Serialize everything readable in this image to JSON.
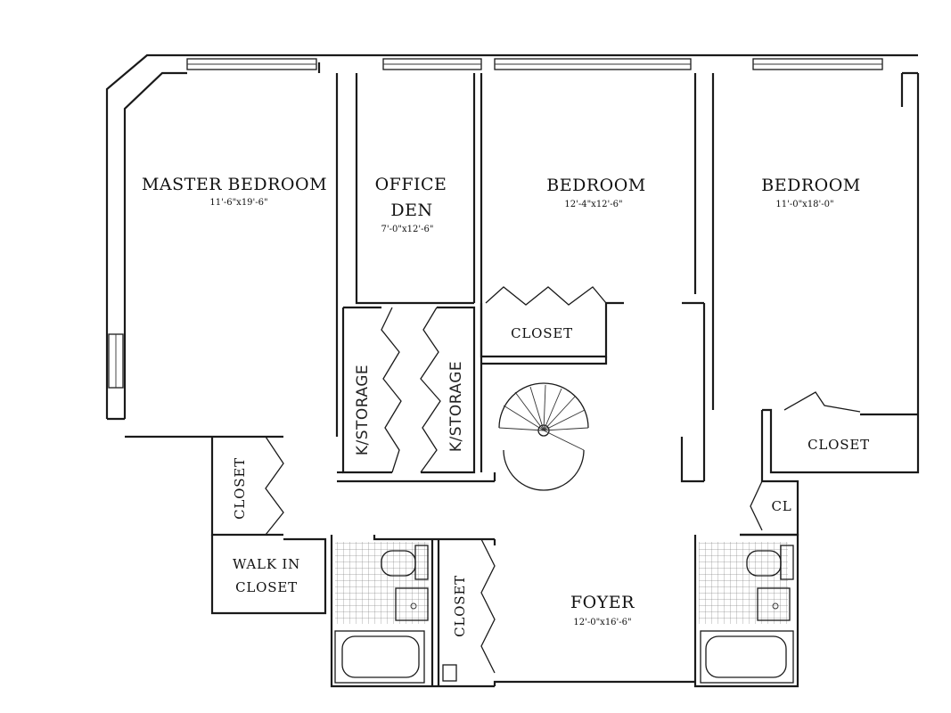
{
  "floor_plan": {
    "rooms": [
      {
        "id": "master-bedroom",
        "label": "MASTER BEDROOM",
        "dims": "11'-6\"x19'-6\""
      },
      {
        "id": "office-den",
        "label_line1": "OFFICE",
        "label_line2": "DEN",
        "dims": "7'-0\"x12'-6\""
      },
      {
        "id": "bedroom-center",
        "label": "BEDROOM",
        "dims": "12'-4\"x12'-6\""
      },
      {
        "id": "bedroom-right",
        "label": "BEDROOM",
        "dims": "11'-0\"x18'-0\""
      },
      {
        "id": "foyer",
        "label": "FOYER",
        "dims": "12'-0\"x16'-6\""
      }
    ],
    "closets": {
      "center_bedroom": "CLOSET",
      "right_bedroom": "CLOSET",
      "master_side": "CLOSET",
      "walk_in_line1": "WALK IN",
      "walk_in_line2": "CLOSET",
      "right_small": "CL",
      "bath_hall": "CLOSET"
    },
    "handwritten": {
      "left_storage": "K/STORAGE",
      "right_storage": "K/STORAGE"
    }
  }
}
